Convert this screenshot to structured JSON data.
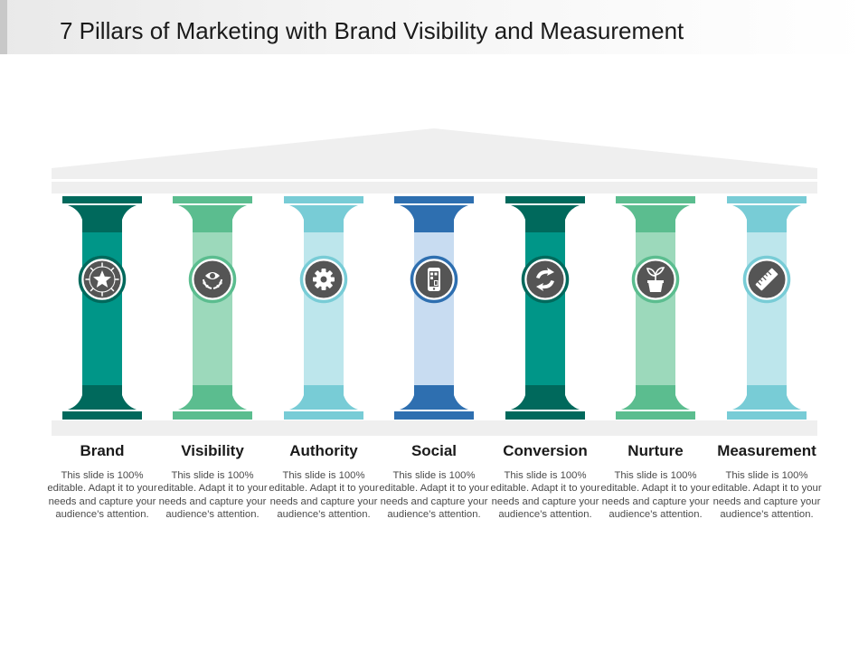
{
  "title": "7 Pillars of Marketing with Brand Visibility and Measurement",
  "pillars": [
    {
      "label": "Brand",
      "description": "This slide is 100% editable. Adapt it to your needs and capture your audience's attention.",
      "icon": "star-badge-icon",
      "colors": {
        "dark": "#00695c",
        "shaft": "#009688",
        "ring": "#00695c"
      }
    },
    {
      "label": "Visibility",
      "description": "This slide is 100% editable. Adapt it to your needs and capture your audience's attention.",
      "icon": "eye-laurel-icon",
      "colors": {
        "dark": "#5bbd8f",
        "shaft": "#9cd9bb",
        "ring": "#5bbd8f"
      }
    },
    {
      "label": "Authority",
      "description": "This slide is 100% editable. Adapt it to your needs and capture your audience's attention.",
      "icon": "gear-icon",
      "colors": {
        "dark": "#78ccd6",
        "shaft": "#bde6ec",
        "ring": "#78ccd6"
      }
    },
    {
      "label": "Social",
      "description": "This slide is 100% editable. Adapt it to your needs and capture your audience's attention.",
      "icon": "mobile-phone-icon",
      "colors": {
        "dark": "#2e6fb0",
        "shaft": "#c8dcf1",
        "ring": "#2e6fb0"
      }
    },
    {
      "label": "Conversion",
      "description": "This slide is 100% editable. Adapt it to your needs and capture your audience's attention.",
      "icon": "refresh-arrows-icon",
      "colors": {
        "dark": "#00695c",
        "shaft": "#009688",
        "ring": "#00695c"
      }
    },
    {
      "label": "Nurture",
      "description": "This slide is 100% editable. Adapt it to your needs and capture your audience's attention.",
      "icon": "potted-plant-icon",
      "colors": {
        "dark": "#5bbd8f",
        "shaft": "#9cd9bb",
        "ring": "#5bbd8f"
      }
    },
    {
      "label": "Measurement",
      "description": "This slide is 100% editable. Adapt it to your needs and capture your audience's attention.",
      "icon": "ruler-icon",
      "colors": {
        "dark": "#78ccd6",
        "shaft": "#bde6ec",
        "ring": "#78ccd6"
      }
    }
  ]
}
